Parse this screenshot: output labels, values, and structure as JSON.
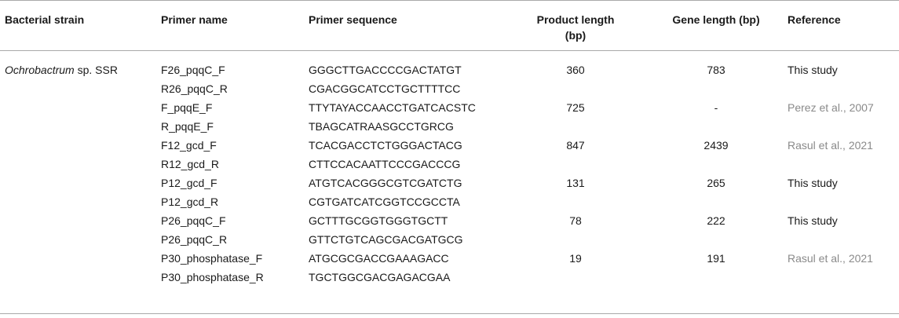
{
  "headers": {
    "strain": "Bacterial strain",
    "primer_name": "Primer name",
    "primer_sequence": "Primer sequence",
    "product_length_line1": "Product length",
    "product_length_line2": "(bp)",
    "gene_length": "Gene length (bp)",
    "reference": "Reference"
  },
  "strain": {
    "genus": "Ochrobactrum",
    "rest": " sp. SSR"
  },
  "rows": [
    {
      "primer_name": "F26_pqqC_F",
      "sequence": "GGGCTTGACCCCGACTATGT",
      "product_length": "360",
      "gene_length": "783",
      "reference": "This study"
    },
    {
      "primer_name": "R26_pqqC_R",
      "sequence": "CGACGGCATCCTGCTTTTCC",
      "product_length": "",
      "gene_length": "",
      "reference": ""
    },
    {
      "primer_name": "F_pqqE_F",
      "sequence": "TTYTAYACCAACCTGATCACSTC",
      "product_length": "725",
      "gene_length": "-",
      "reference": "Perez et al., 2007"
    },
    {
      "primer_name": "R_pqqE_F",
      "sequence": "TBAGCATRAASGCCTGRCG",
      "product_length": "",
      "gene_length": "",
      "reference": ""
    },
    {
      "primer_name": "F12_gcd_F",
      "sequence": "TCACGACCTCTGGGACTACG",
      "product_length": "847",
      "gene_length": "2439",
      "reference": "Rasul et al., 2021"
    },
    {
      "primer_name": "R12_gcd_R",
      "sequence": "CTTCCACAATTCCCGACCCG",
      "product_length": "",
      "gene_length": "",
      "reference": ""
    },
    {
      "primer_name": "P12_gcd_F",
      "sequence": "ATGTCACGGGCGTCGATCTG",
      "product_length": "131",
      "gene_length": "265",
      "reference": "This study"
    },
    {
      "primer_name": "P12_gcd_R",
      "sequence": "CGTGATCATCGGTCCGCCTA",
      "product_length": "",
      "gene_length": "",
      "reference": ""
    },
    {
      "primer_name": "P26_pqqC_F",
      "sequence": "GCTTTGCGGTGGGTGCTT",
      "product_length": "78",
      "gene_length": "222",
      "reference": "This study"
    },
    {
      "primer_name": "P26_pqqC_R",
      "sequence": "GTTCTGTCAGCGACGATGCG",
      "product_length": "",
      "gene_length": "",
      "reference": ""
    },
    {
      "primer_name": "P30_phosphatase_F",
      "sequence": "ATGCGCGACCGAAAGACC",
      "product_length": "19",
      "gene_length": "191",
      "reference": "Rasul et al., 2021"
    },
    {
      "primer_name": "P30_phosphatase_R",
      "sequence": "TGCTGGCGACGAGACGAA",
      "product_length": "",
      "gene_length": "",
      "reference": ""
    }
  ]
}
